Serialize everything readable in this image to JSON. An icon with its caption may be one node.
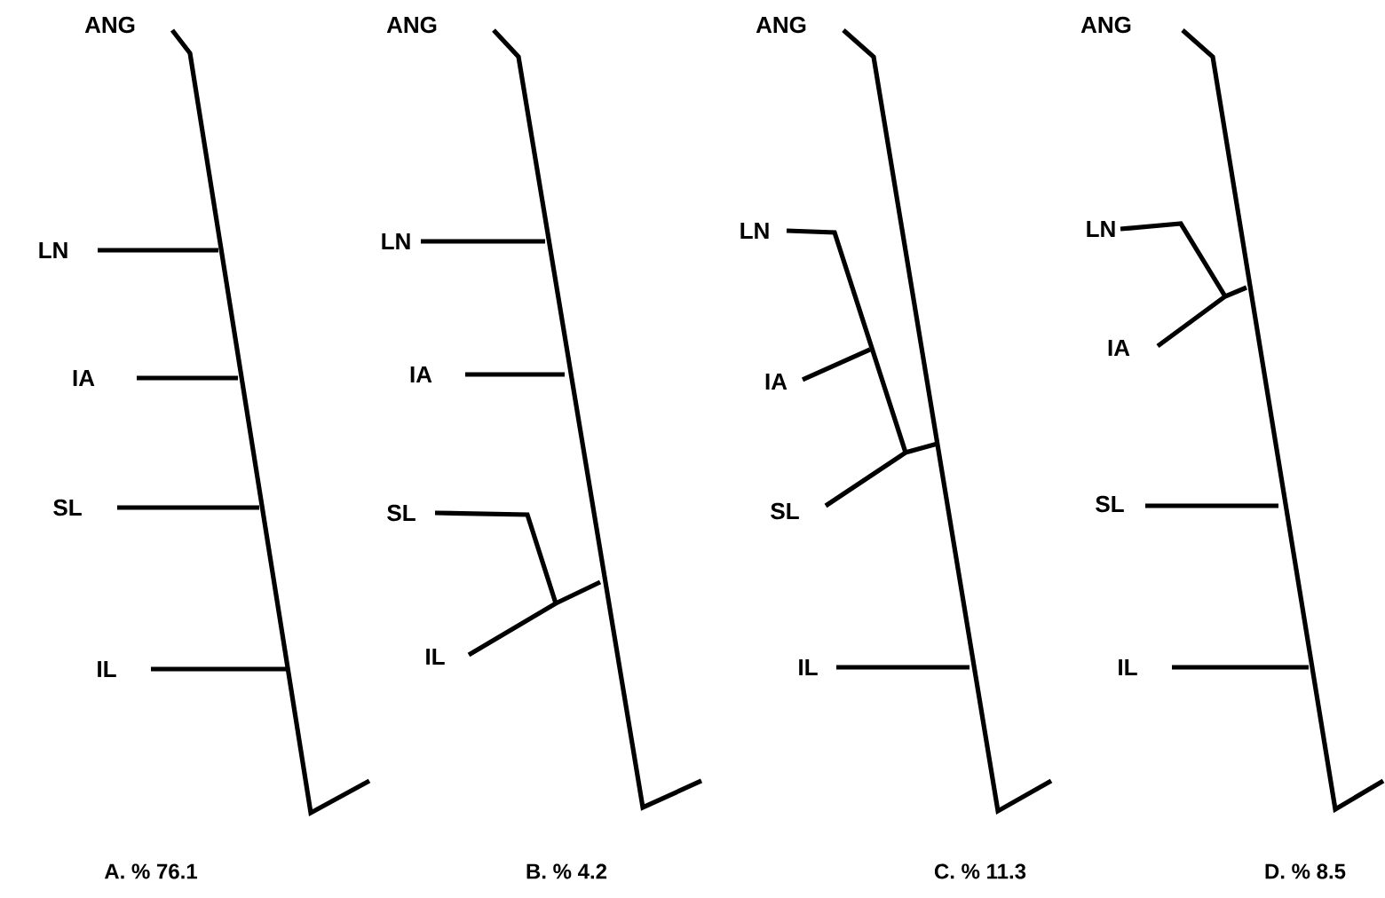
{
  "diagram": {
    "labels": [
      "ANG",
      "LN",
      "IA",
      "SL",
      "IL",
      "ANG",
      "LN",
      "IA",
      "SL",
      "IL",
      "ANG",
      "LN",
      "IA",
      "SL",
      "IL",
      "ANG",
      "LN",
      "IA",
      "SL",
      "IL",
      "A. % 76.1",
      "B. % 4.2",
      "C. % 11.3",
      "D. % 8.5"
    ]
  }
}
